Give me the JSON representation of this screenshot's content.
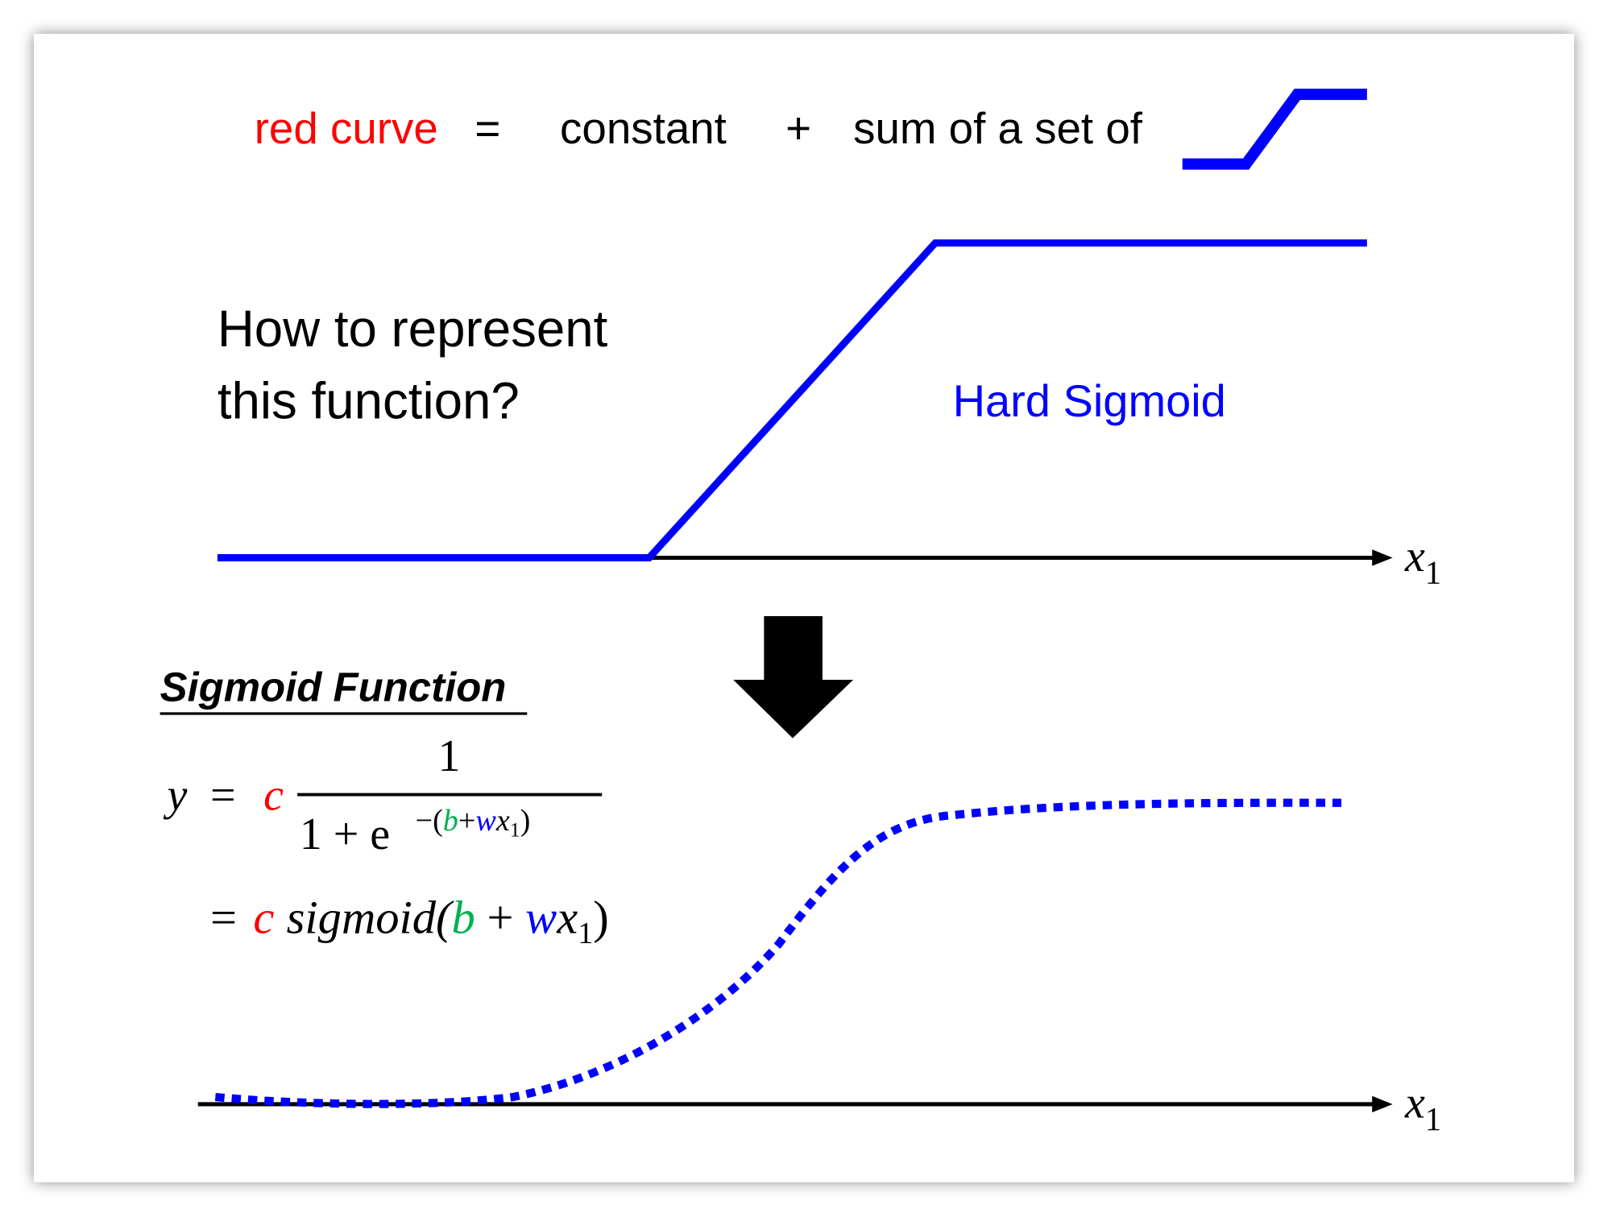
{
  "header": {
    "red_curve": "red curve",
    "equals": "=",
    "constant": "constant",
    "plus": "+",
    "sum_of_set": "sum of a set of"
  },
  "question": {
    "line1": "How to represent",
    "line2": "this function?"
  },
  "hard_sigmoid_label": "Hard Sigmoid",
  "axis_label": {
    "var": "x",
    "sub": "1"
  },
  "sigmoid_section": {
    "title": "Sigmoid Function",
    "eq1": {
      "y": "y",
      "eq": "=",
      "c": "c",
      "num": "1",
      "den_pre": "1 + e",
      "exp_open": "−(",
      "b": "b",
      "plus": "+",
      "w": "w",
      "x": "x",
      "sub": "1",
      "close": ")"
    },
    "eq2": {
      "eq": "=",
      "c": "c",
      "fn": "sigmoid(",
      "b": "b",
      "plus": " + ",
      "w": "w",
      "x": "x",
      "sub": "1",
      "close": ")"
    }
  },
  "colors": {
    "blue": "#0000FF",
    "red": "#FF0000",
    "green": "#00B050",
    "black": "#000000"
  }
}
